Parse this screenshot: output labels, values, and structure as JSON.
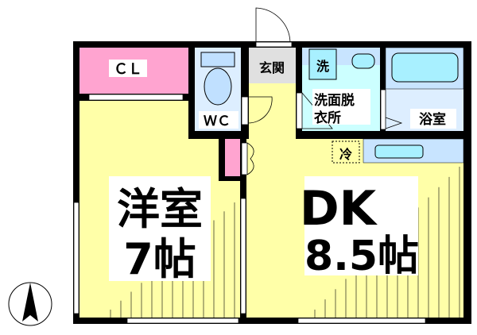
{
  "floorplan": {
    "rooms": {
      "closet": "ＣＬ",
      "toilet": "ＷＣ",
      "entrance": "玄関",
      "washer": "洗",
      "washroom_line1": "洗面脱",
      "washroom_line2": "衣所",
      "bath": "浴室",
      "fridge": "冷",
      "western_room": "洋室",
      "western_room_size": "7帖",
      "dining_kitchen": "DK",
      "dining_kitchen_size": "8.5帖"
    },
    "colors": {
      "wall": "#000000",
      "floor": "#ffffa8",
      "closet": "#ffa4d0",
      "wet_area": "#c8e4ff",
      "washroom": "#ccffff",
      "fixture": "#a8f0ff",
      "entrance": "#e0e0e0"
    },
    "compass": "north-arrow"
  }
}
